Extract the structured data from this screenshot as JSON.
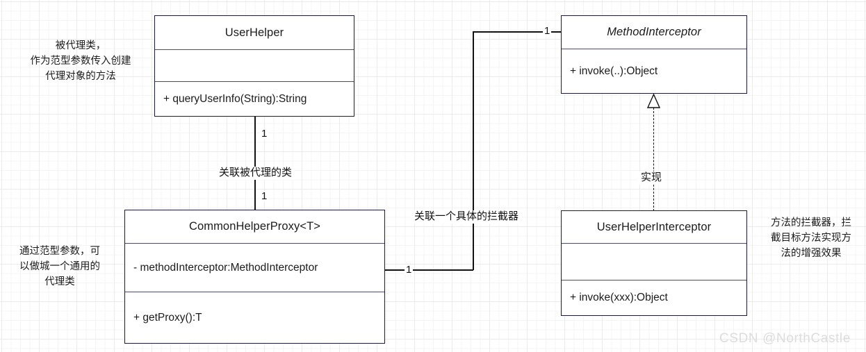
{
  "diagram": {
    "type": "uml-class-diagram",
    "background": "#ffffff",
    "grid_color": "#ebebeb",
    "border_color": "#1a1a3d",
    "classes": [
      {
        "id": "user-helper",
        "name": "UserHelper",
        "stereotype": "class",
        "italic_title": false,
        "attributes": [
          ""
        ],
        "operations": [
          "+ queryUserInfo(String):String"
        ]
      },
      {
        "id": "method-interceptor",
        "name": "MethodInterceptor",
        "stereotype": "interface",
        "italic_title": true,
        "attributes": [],
        "operations": [
          "+ invoke(..):Object"
        ]
      },
      {
        "id": "common-helper-proxy",
        "name": "CommonHelperProxy<T>",
        "stereotype": "class",
        "italic_title": false,
        "attributes": [
          "- methodInterceptor:MethodInterceptor"
        ],
        "operations": [
          "+ getProxy():T"
        ]
      },
      {
        "id": "user-helper-interceptor",
        "name": "UserHelperInterceptor",
        "stereotype": "class",
        "italic_title": false,
        "attributes": [
          ""
        ],
        "operations": [
          "+ invoke(xxx):Object"
        ]
      }
    ],
    "relations": [
      {
        "id": "assoc-proxy-userhelper",
        "kind": "association",
        "from": "common-helper-proxy",
        "to": "user-helper",
        "label": "关联被代理的类",
        "source_multiplicity": "1",
        "target_multiplicity": "1"
      },
      {
        "id": "assoc-proxy-interceptor",
        "kind": "association",
        "from": "common-helper-proxy",
        "to": "method-interceptor",
        "label": "关联一个具体的拦截器",
        "source_multiplicity": "1",
        "target_multiplicity": "1"
      },
      {
        "id": "realize-interceptor",
        "kind": "realization",
        "from": "user-helper-interceptor",
        "to": "method-interceptor",
        "label": "实现",
        "style": "dashed",
        "arrowhead": "hollow-triangle"
      }
    ],
    "notes": [
      {
        "id": "note-user-helper",
        "text": "被代理类，\n作为范型参数传入创建\n代理对象的方法"
      },
      {
        "id": "note-common-helper-proxy",
        "text": "通过范型参数，可\n以做城一个通用的\n代理类"
      },
      {
        "id": "note-interceptor",
        "text": "方法的拦截器，拦\n截目标方法实现方\n法的增强效果"
      }
    ],
    "watermark": "CSDN @NorthCastle"
  }
}
